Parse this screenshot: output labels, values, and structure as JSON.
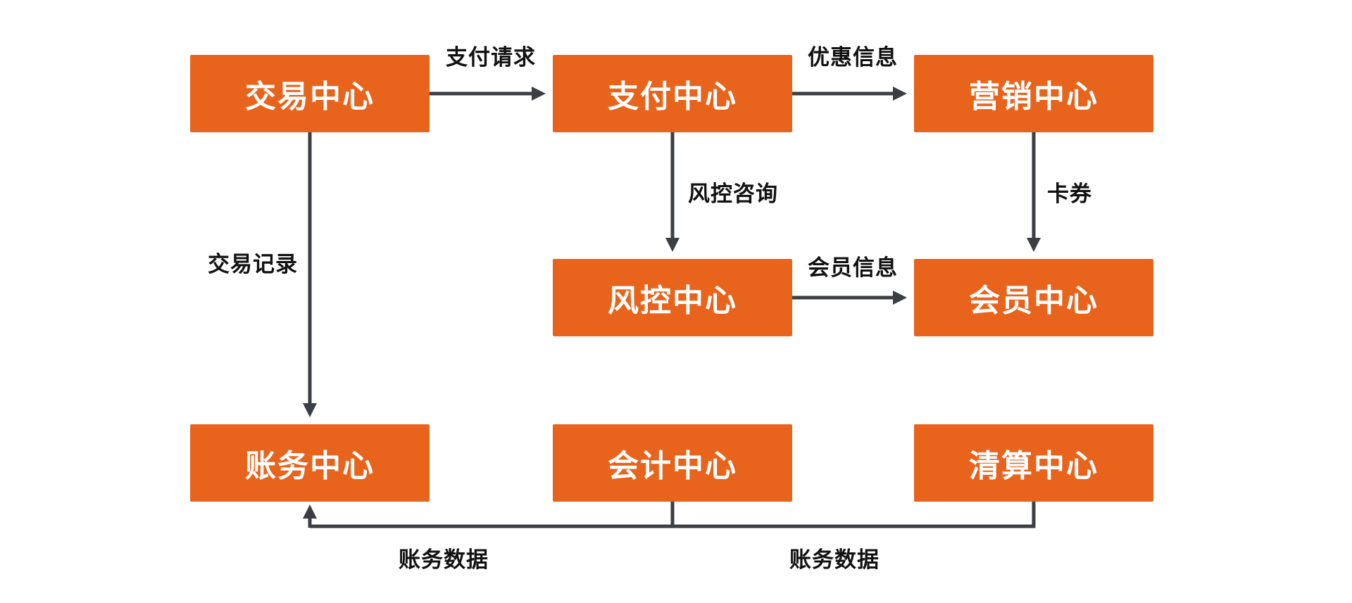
{
  "diagram": {
    "type": "flowchart",
    "colors": {
      "node_fill": "#E8641C",
      "node_text": "#FFFFFF",
      "line": "#3B3E42",
      "label_text": "#111111",
      "background": "#FFFFFF"
    },
    "nodes": {
      "trade": {
        "label": "交易中心"
      },
      "payment": {
        "label": "支付中心"
      },
      "marketing": {
        "label": "营销中心"
      },
      "risk": {
        "label": "风控中心"
      },
      "member": {
        "label": "会员中心"
      },
      "account": {
        "label": "账务中心"
      },
      "accounting": {
        "label": "会计中心"
      },
      "clearing": {
        "label": "清算中心"
      }
    },
    "edges": {
      "trade_to_payment": {
        "label": "支付请求",
        "from": "交易中心",
        "to": "支付中心"
      },
      "payment_to_marketing": {
        "label": "优惠信息",
        "from": "支付中心",
        "to": "营销中心"
      },
      "payment_to_risk": {
        "label": "风控咨询",
        "from": "支付中心",
        "to": "风控中心"
      },
      "marketing_to_member": {
        "label": "卡券",
        "from": "营销中心",
        "to": "会员中心"
      },
      "risk_to_member": {
        "label": "会员信息",
        "from": "风控中心",
        "to": "会员中心"
      },
      "trade_to_account": {
        "label": "交易记录",
        "from": "交易中心",
        "to": "账务中心"
      },
      "accounting_to_account": {
        "label": "账务数据",
        "from": "会计中心",
        "to": "账务中心"
      },
      "clearing_to_account": {
        "label": "账务数据",
        "from": "清算中心",
        "to": "账务中心"
      }
    }
  }
}
